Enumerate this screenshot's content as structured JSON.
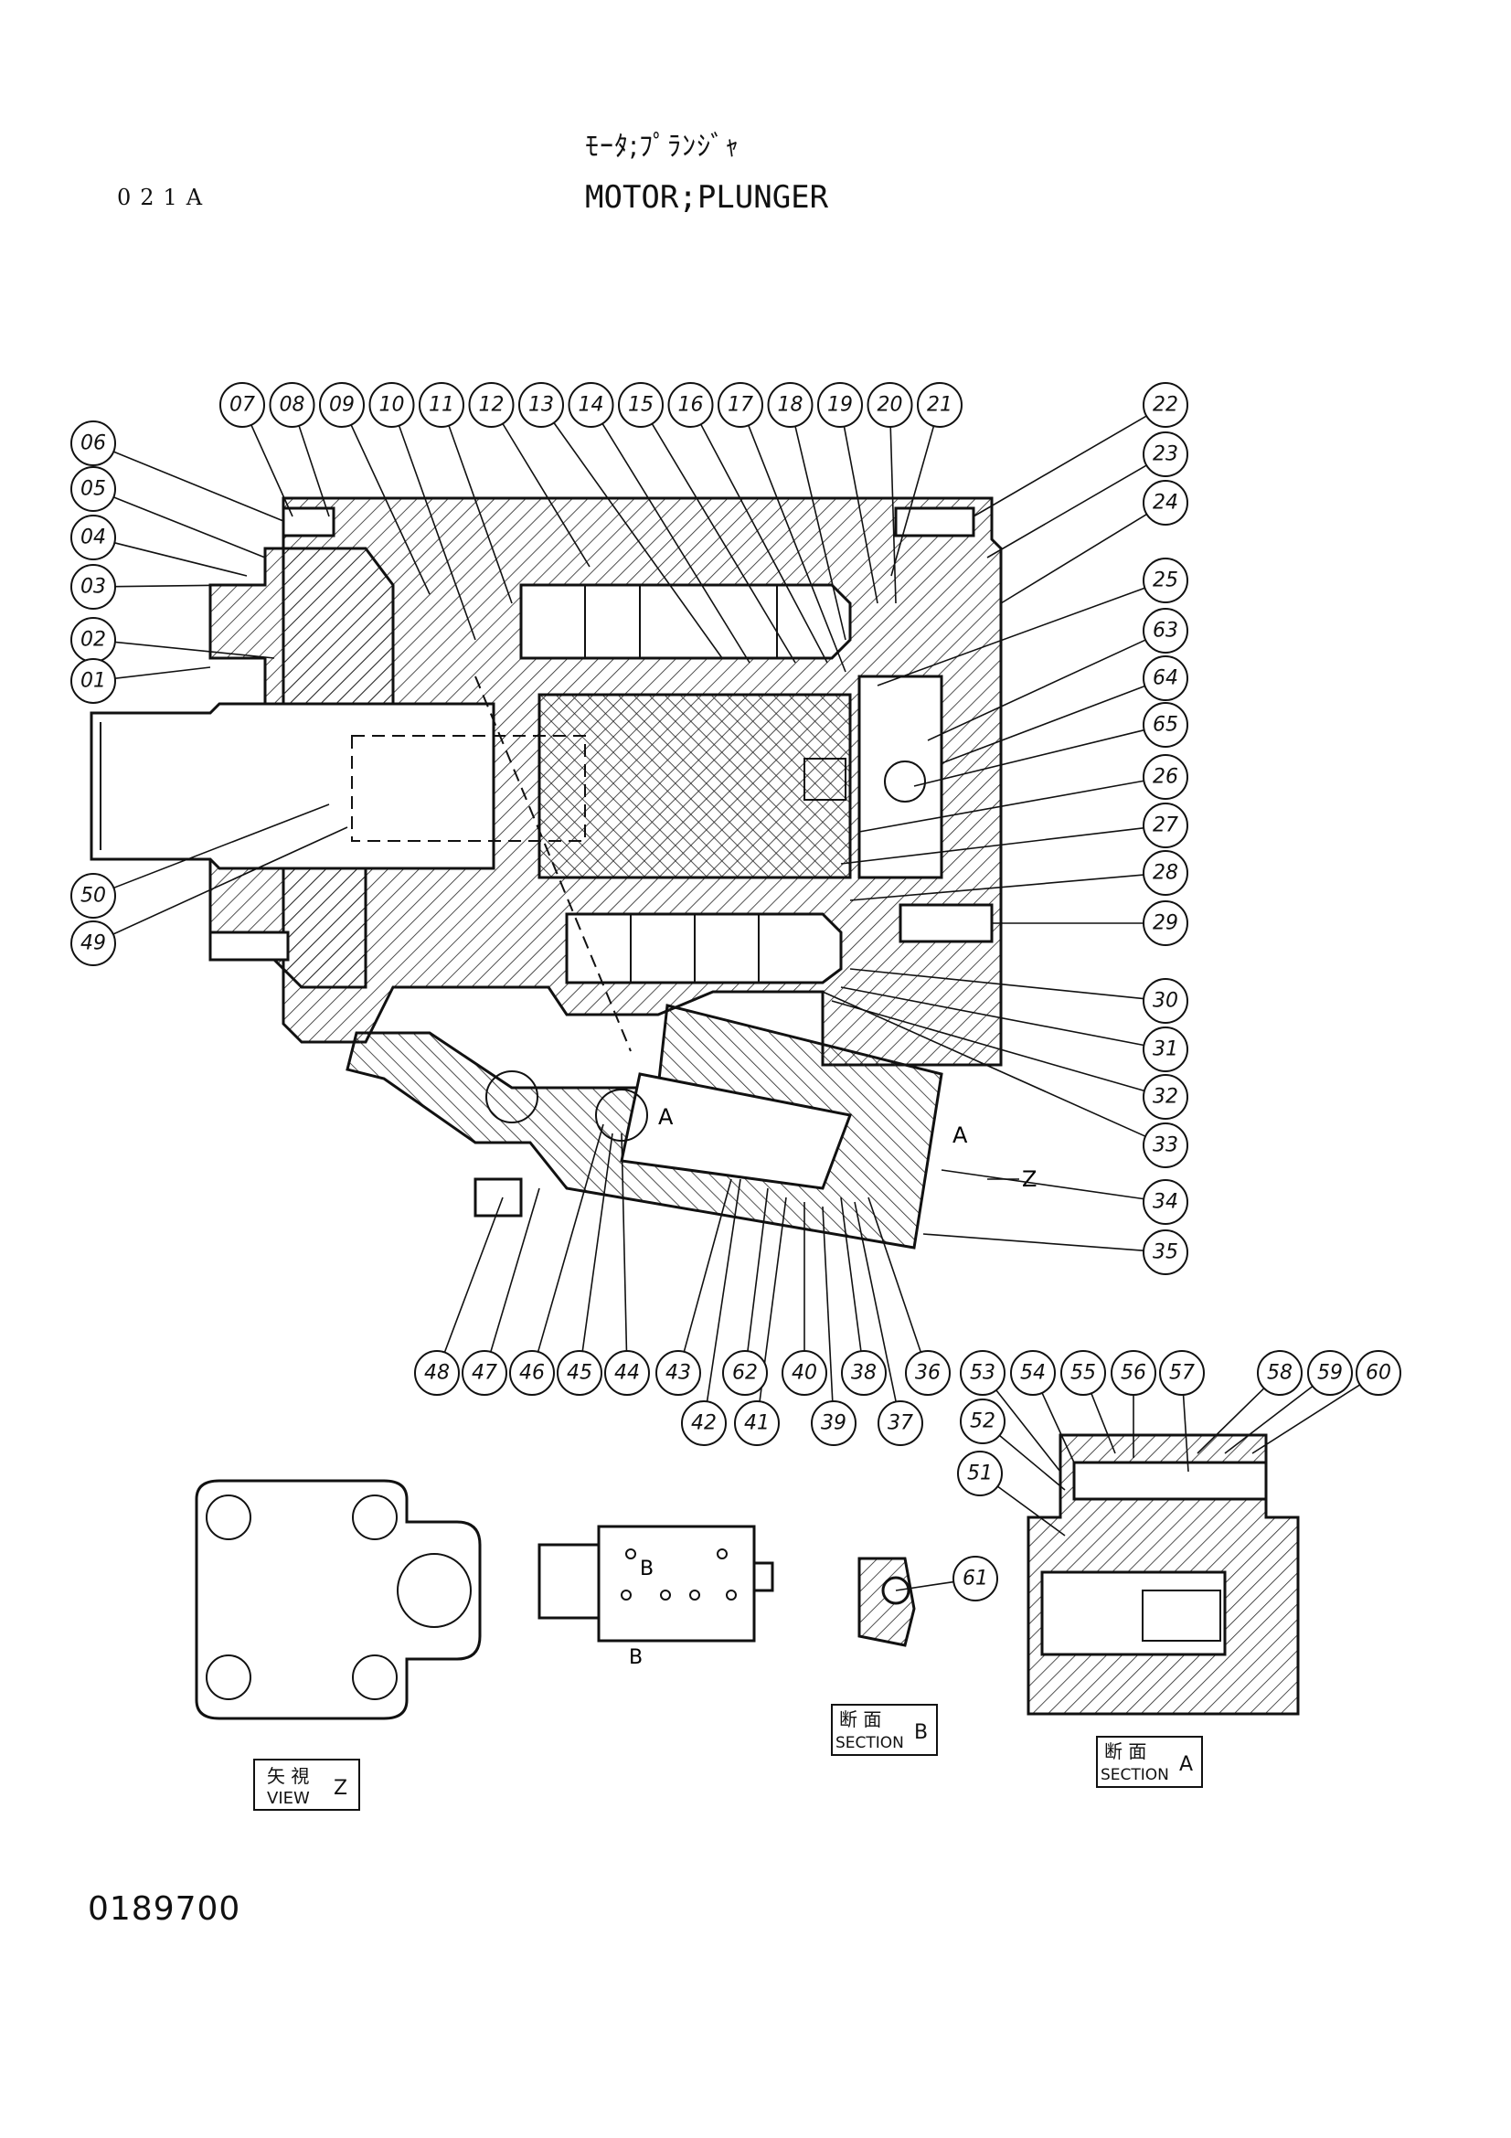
{
  "header": {
    "title_jp": "ﾓｰﾀ;ﾌﾟﾗﾝｼﾞｬ",
    "title_en": "MOTOR;PLUNGER",
    "figure_code": "021A"
  },
  "footer": {
    "document_number": "0189700"
  },
  "callouts": {
    "top_row": [
      "07",
      "08",
      "09",
      "10",
      "11",
      "12",
      "13",
      "14",
      "15",
      "16",
      "17",
      "18",
      "19",
      "20",
      "21"
    ],
    "right_column": [
      "22",
      "23",
      "24",
      "25",
      "63",
      "64",
      "65",
      "26",
      "27",
      "28",
      "29",
      "30",
      "31",
      "32",
      "33",
      "34",
      "35"
    ],
    "left_column": [
      "06",
      "05",
      "04",
      "03",
      "02",
      "01",
      "50",
      "49"
    ],
    "bottom_row_upper": [
      "48",
      "47",
      "46",
      "45",
      "44",
      "43",
      "62",
      "40",
      "38",
      "36",
      "53",
      "54",
      "55",
      "56",
      "57",
      "58",
      "59",
      "60"
    ],
    "bottom_row_lower": [
      "42",
      "41",
      "39",
      "37",
      "52",
      "51",
      "61"
    ]
  },
  "section_labels": {
    "view_z": {
      "jp": "矢 視",
      "en": "VIEW",
      "suffix": "Z"
    },
    "section_b": {
      "jp": "断 面",
      "en": "SECTION",
      "suffix": "B"
    },
    "section_a": {
      "jp": "断 面",
      "en": "SECTION",
      "suffix": "A"
    }
  },
  "annotations": {
    "arrow_a_left": "A",
    "arrow_a_right": "A",
    "arrow_z": "Z",
    "arrow_b_top": "B",
    "arrow_b_bottom": "B"
  }
}
